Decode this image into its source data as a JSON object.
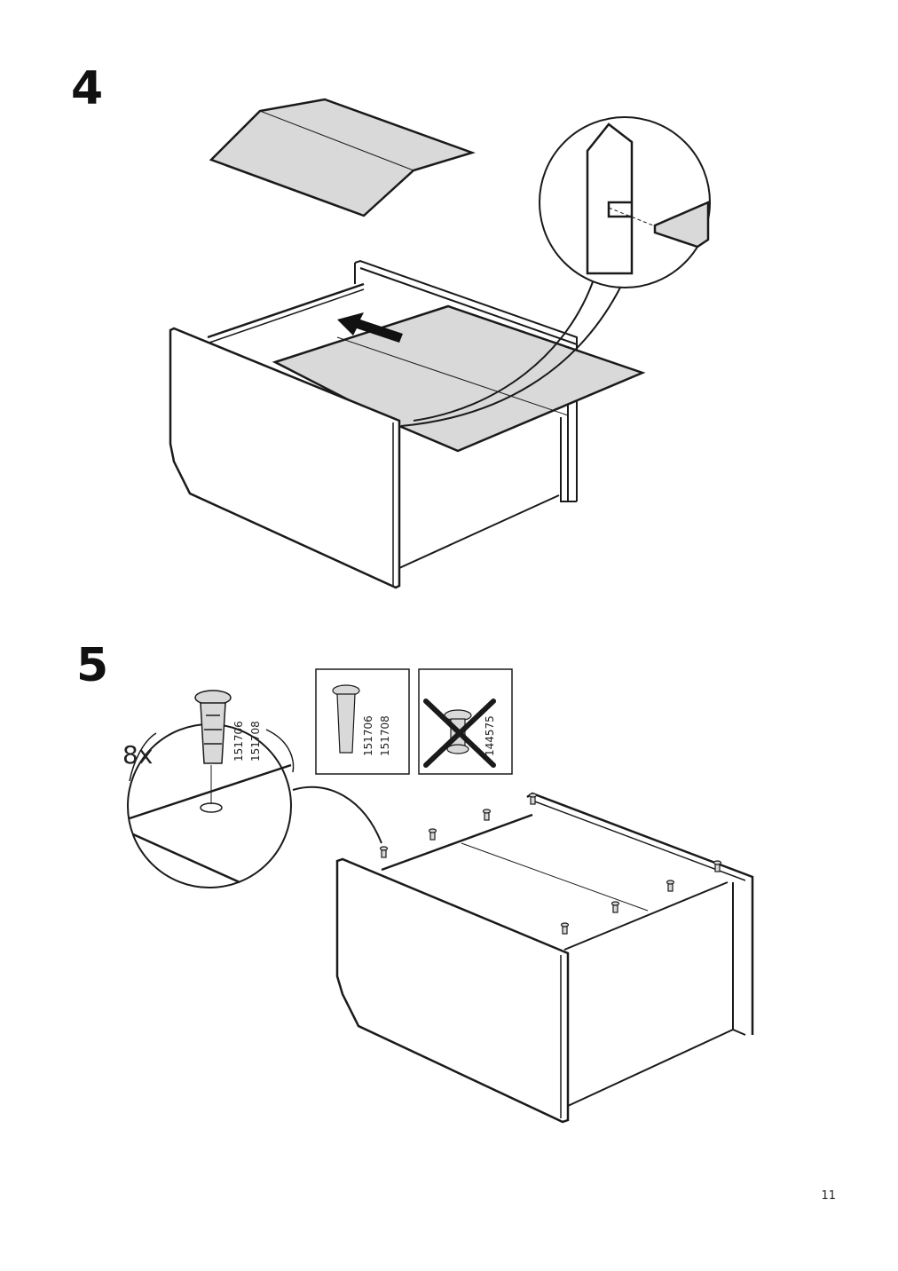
{
  "steps": [
    {
      "number": "4"
    },
    {
      "number": "5",
      "quantity": "8x",
      "part_ids": [
        "151706",
        "151708"
      ],
      "correct_box": {
        "part_ids": [
          "151706",
          "151708"
        ]
      },
      "wrong_box": {
        "part_id": "144575"
      }
    }
  ],
  "page": {
    "number": "11"
  },
  "colors": {
    "panel_fill": "#d9d9d9",
    "line": "#1a1a1a",
    "background": "#ffffff"
  },
  "icons": [
    "arrow-right-icon",
    "wooden-dowel-icon",
    "cross-mark-icon",
    "shelf-pin-icon"
  ]
}
